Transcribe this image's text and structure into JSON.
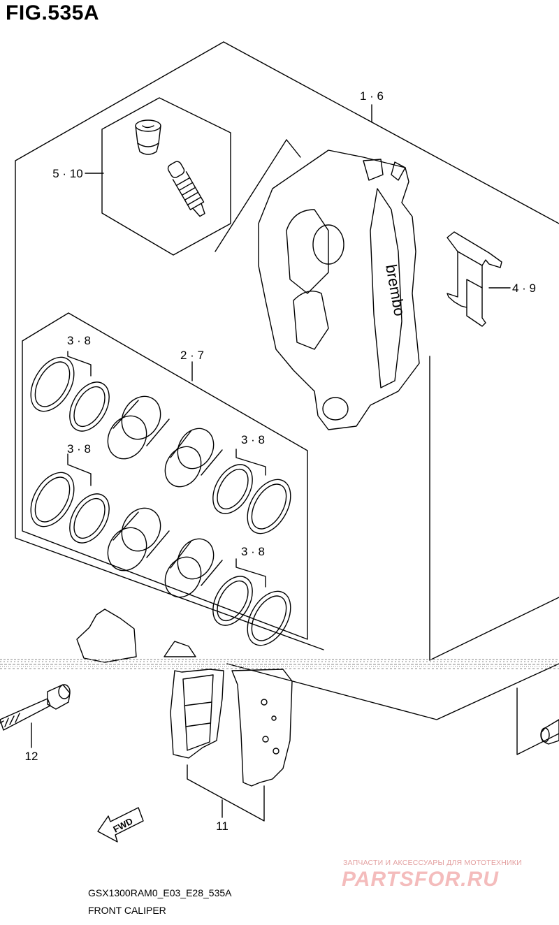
{
  "figure": {
    "title": "FIG.535A",
    "code": "GSX1300RAM0_E03_E28_535A",
    "name": "FRONT CALIPER"
  },
  "callouts": [
    {
      "id": "callout-1-6",
      "text": "1 · 6"
    },
    {
      "id": "callout-5-10",
      "text": "5 · 10"
    },
    {
      "id": "callout-4-9",
      "text": "4 · 9"
    },
    {
      "id": "callout-2-7",
      "text": "2 · 7"
    },
    {
      "id": "callout-3-8-top",
      "text": "3 · 8"
    },
    {
      "id": "callout-3-8-mid-left",
      "text": "3 · 8"
    },
    {
      "id": "callout-3-8-mid-right",
      "text": "3 · 8"
    },
    {
      "id": "callout-3-8-bottom",
      "text": "3 · 8"
    },
    {
      "id": "callout-12",
      "text": "12"
    },
    {
      "id": "callout-11",
      "text": "11"
    }
  ],
  "caliper_brand": "brembo",
  "direction_marker": "FWD",
  "watermark": {
    "tagline": "ЗАПЧАСТИ И АКСЕССУАРЫ ДЛЯ МОТОТЕХНИКИ",
    "logo": "PARTSFOR.RU"
  }
}
